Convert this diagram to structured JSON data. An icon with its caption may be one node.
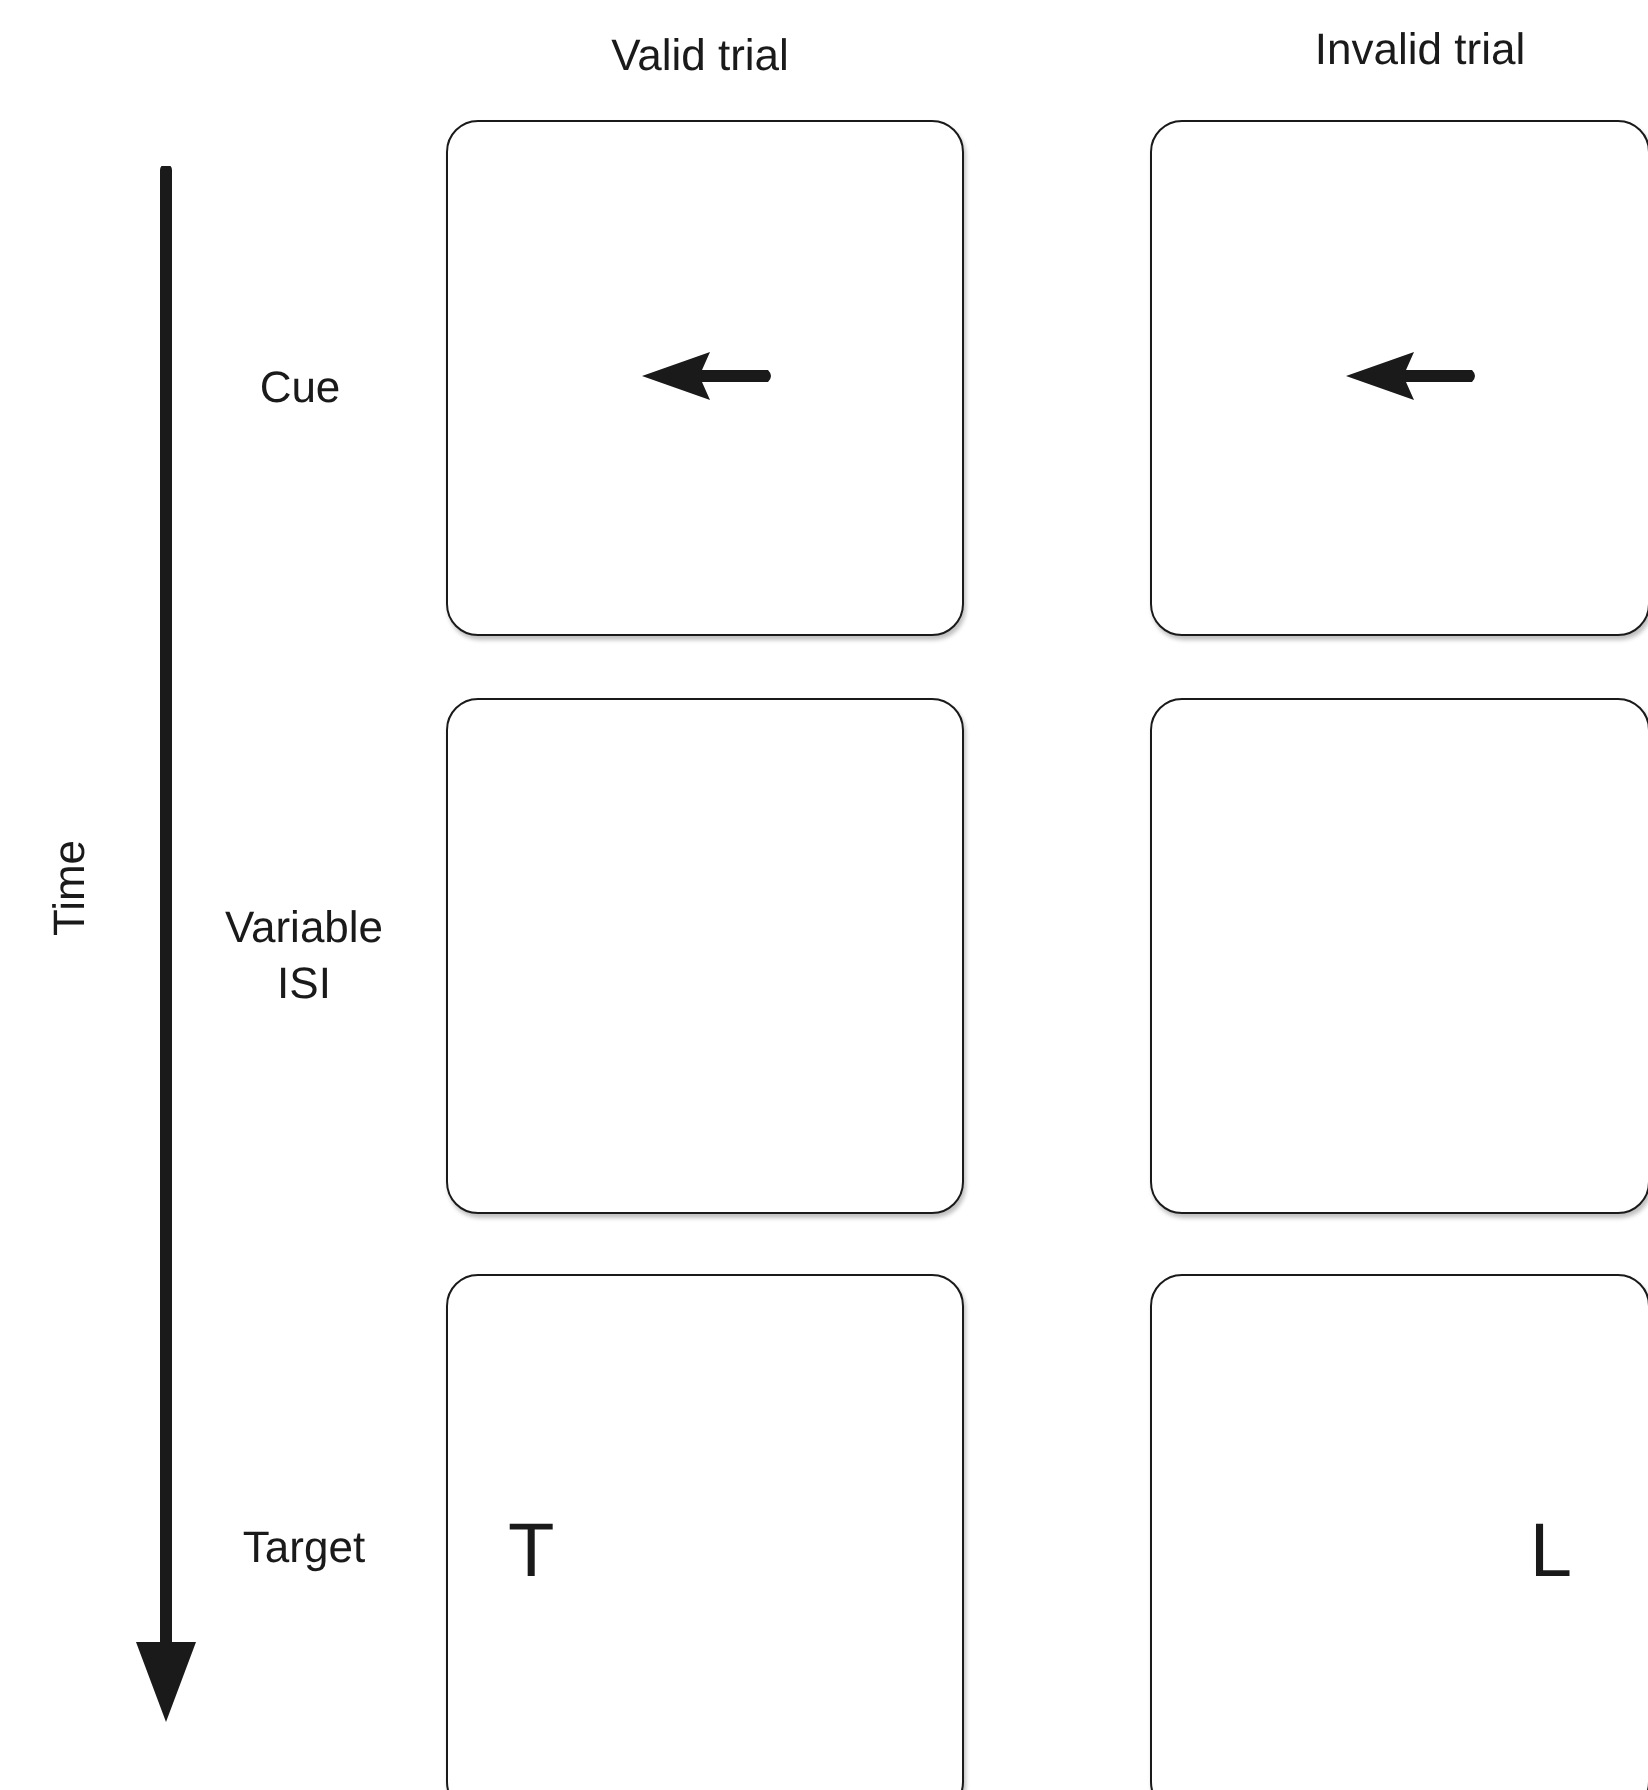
{
  "diagram": {
    "nodes": [
      {
        "text": [],
        "shape": "box"
      },
      {
        "text": [],
        "shape": "box"
      },
      {
        "text": [],
        "shape": "box"
      },
      {
        "text": [],
        "shape": "box"
      },
      {
        "text": [
          "T"
        ]
      },
      {
        "text": [
          "L"
        ]
      }
    ],
    "labels": [
      "Valid trial",
      "Invalid trial",
      "Time",
      "Cue",
      "Variable ISI",
      "Target"
    ]
  }
}
